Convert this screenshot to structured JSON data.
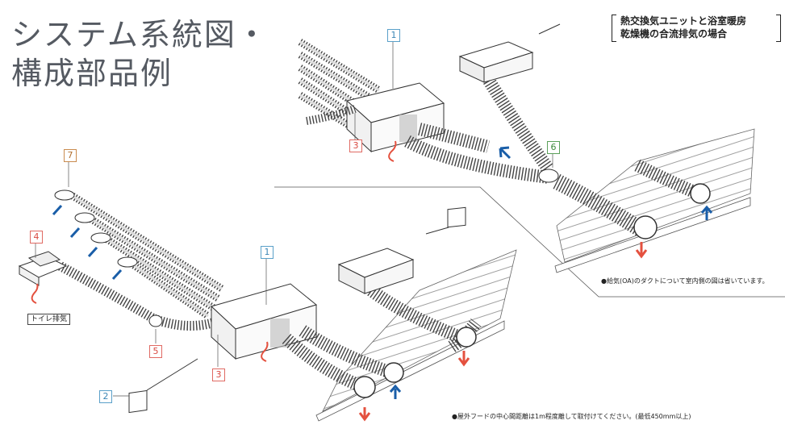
{
  "title": {
    "line1": "システム系統図・",
    "line2": "構成部品例"
  },
  "case_label": {
    "line1": "熱交換気ユニットと浴室暖房",
    "line2": "乾燥機の合流排気の場合"
  },
  "labels": {
    "toilet_exhaust": "トイレ排気"
  },
  "part_numbers": {
    "top_unit": "1",
    "top_bracket": "3",
    "top_joint": "6",
    "bottom_unit": "1",
    "switch": "2",
    "bottom_bracket": "3",
    "fan": "4",
    "joint": "5",
    "grilles": "7"
  },
  "notes": {
    "supply_duct": "●給気(OA)のダクトについて室内側の図は省いています。",
    "hood_spacing": "●屋外フードの中心間距離は1m程度離して取付けてください。(最低450mm以上)"
  },
  "colors": {
    "blue_tag": "#3b86b5",
    "red_tag": "#d94a41",
    "orange_tag": "#b2702f",
    "green_tag": "#3e8a3c",
    "arrow_blue": "#1a5ea8",
    "arrow_red": "#e4513f"
  }
}
